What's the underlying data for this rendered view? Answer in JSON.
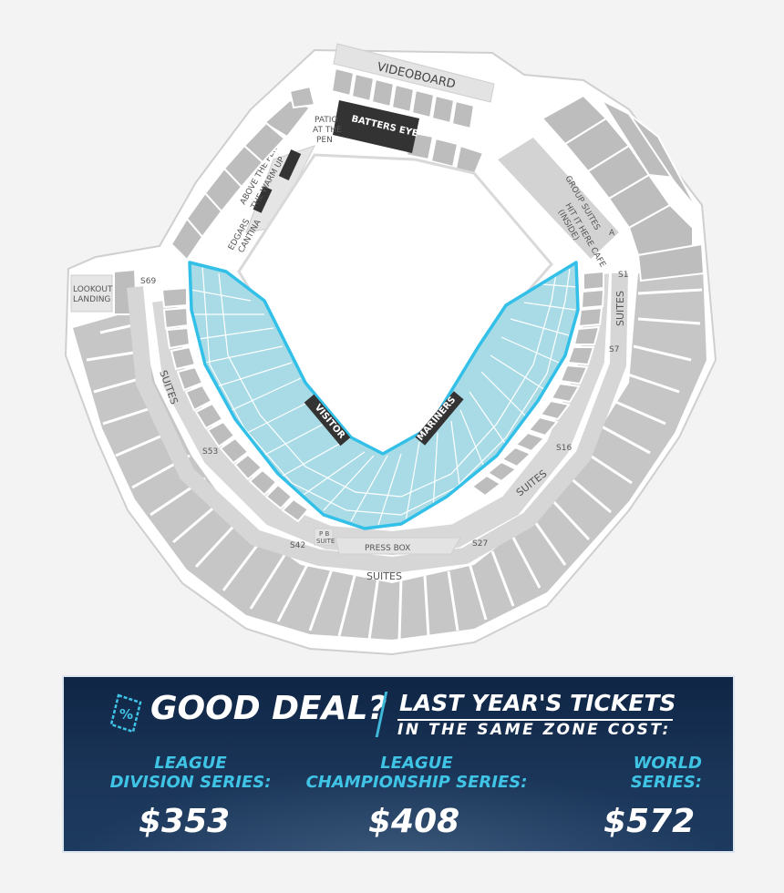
{
  "map": {
    "videoboard_label": "VIDEOBOARD",
    "batters_eye_label": "BATTERS EYE",
    "patio_label": [
      "PATIO",
      "AT THE",
      "PEN"
    ],
    "above_pen_label": [
      "ABOVE THE PEN",
      "THE WARM UP"
    ],
    "edgars_label": [
      "EDGARS",
      "CANTINA"
    ],
    "group_suites_label": "GROUP SUITES",
    "hit_it_here_label": [
      "HIT IT HERE CAFE",
      "(INSIDE)"
    ],
    "lookout_label": [
      "LOOKOUT",
      "LANDING"
    ],
    "visitor_label": "VISITOR",
    "mariners_label": "MARINERS",
    "press_box_label": "PRESS BOX",
    "suites_labels": [
      "SUITES",
      "SUITES",
      "SUITES",
      "SUITES"
    ],
    "pb_suite_label": [
      "P B",
      "SUITE"
    ],
    "section_markers": [
      "S69",
      "S1",
      "S7",
      "S53",
      "S16",
      "S42",
      "S27",
      "A"
    ],
    "highlight_color": "#33c0e8",
    "highlight_fill": "#a8dbe6"
  },
  "deal": {
    "icon": "discount-ticket-icon",
    "title": "GOOD DEAL?",
    "subtitle_1": "LAST YEAR'S TICKETS",
    "subtitle_2": "IN THE SAME ZONE COST:",
    "columns": [
      {
        "label_1": "LEAGUE",
        "label_2": "DIVISION SERIES:",
        "price": "$353"
      },
      {
        "label_1": "LEAGUE",
        "label_2": "CHAMPIONSHIP SERIES:",
        "price": "$408"
      },
      {
        "label_1": "WORLD",
        "label_2": "SERIES:",
        "price": "$572"
      }
    ],
    "accent_color": "#3fc4e6"
  }
}
